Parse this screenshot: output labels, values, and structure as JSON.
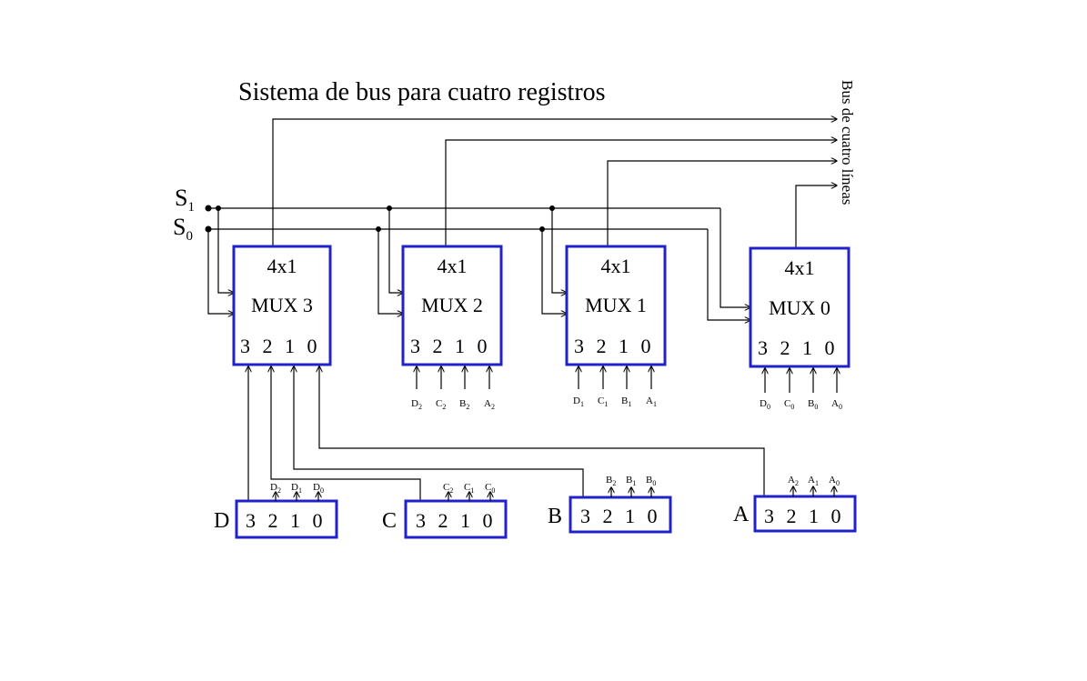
{
  "title": "Sistema de bus para cuatro registros",
  "bus_label": "Bus de cuatro líneas",
  "selects": [
    {
      "main": "S",
      "sub": "1"
    },
    {
      "main": "S",
      "sub": "0"
    }
  ],
  "muxes": [
    {
      "line1": "4x1",
      "line2": "MUX 3",
      "bits": "3 2 1 0"
    },
    {
      "line1": "4x1",
      "line2": "MUX 2",
      "bits": "3 2 1 0",
      "inputs": [
        {
          "m": "D",
          "s": "2"
        },
        {
          "m": "C",
          "s": "2"
        },
        {
          "m": "B",
          "s": "2"
        },
        {
          "m": "A",
          "s": "2"
        }
      ]
    },
    {
      "line1": "4x1",
      "line2": "MUX 1",
      "bits": "3 2 1 0",
      "inputs": [
        {
          "m": "D",
          "s": "1"
        },
        {
          "m": "C",
          "s": "1"
        },
        {
          "m": "B",
          "s": "1"
        },
        {
          "m": "A",
          "s": "1"
        }
      ]
    },
    {
      "line1": "4x1",
      "line2": "MUX 0",
      "bits": "3 2 1 0",
      "inputs": [
        {
          "m": "D",
          "s": "0"
        },
        {
          "m": "C",
          "s": "0"
        },
        {
          "m": "B",
          "s": "0"
        },
        {
          "m": "A",
          "s": "0"
        }
      ]
    }
  ],
  "registers": [
    {
      "name": "D",
      "bits": "3 2 1 0",
      "outs": [
        {
          "m": "D",
          "s": "2"
        },
        {
          "m": "D",
          "s": "1"
        },
        {
          "m": "D",
          "s": "0"
        }
      ]
    },
    {
      "name": "C",
      "bits": "3 2 1 0",
      "outs": [
        {
          "m": "C",
          "s": "2"
        },
        {
          "m": "C",
          "s": "1"
        },
        {
          "m": "C",
          "s": "0"
        }
      ]
    },
    {
      "name": "B",
      "bits": "3 2 1 0",
      "outs": [
        {
          "m": "B",
          "s": "2"
        },
        {
          "m": "B",
          "s": "1"
        },
        {
          "m": "B",
          "s": "0"
        }
      ]
    },
    {
      "name": "A",
      "bits": "3 2 1 0",
      "outs": [
        {
          "m": "A",
          "s": "2"
        },
        {
          "m": "A",
          "s": "1"
        },
        {
          "m": "A",
          "s": "0"
        }
      ]
    }
  ]
}
